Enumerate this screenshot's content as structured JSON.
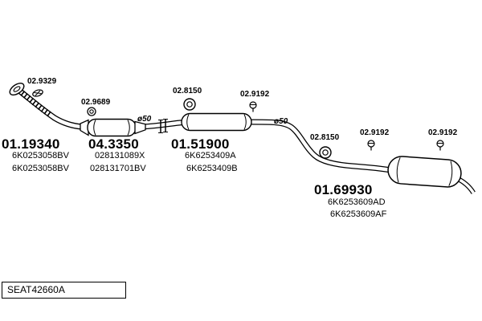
{
  "drawing_code": "SEAT42660A",
  "parts": [
    {
      "number": "01.19340",
      "refs": [
        "6K0253058BV",
        "6K0253058BV"
      ]
    },
    {
      "number": "04.3350",
      "refs": [
        "028131089X",
        "028131701BV"
      ]
    },
    {
      "number": "01.51900",
      "refs": [
        "6K6253409A",
        "6K6253409B"
      ]
    },
    {
      "number": "01.69930",
      "refs": [
        "6K6253609AD",
        "6K6253609AF"
      ]
    }
  ],
  "fittings": [
    {
      "label": "02.9329"
    },
    {
      "label": "02.9689"
    },
    {
      "label": "02.8150"
    },
    {
      "label": "02.9192"
    },
    {
      "label": "02.8150"
    },
    {
      "label": "02.9192"
    },
    {
      "label": "02.9192"
    }
  ],
  "pipe_diameters": [
    "ø50",
    "ø50"
  ],
  "line_color": "#000000"
}
